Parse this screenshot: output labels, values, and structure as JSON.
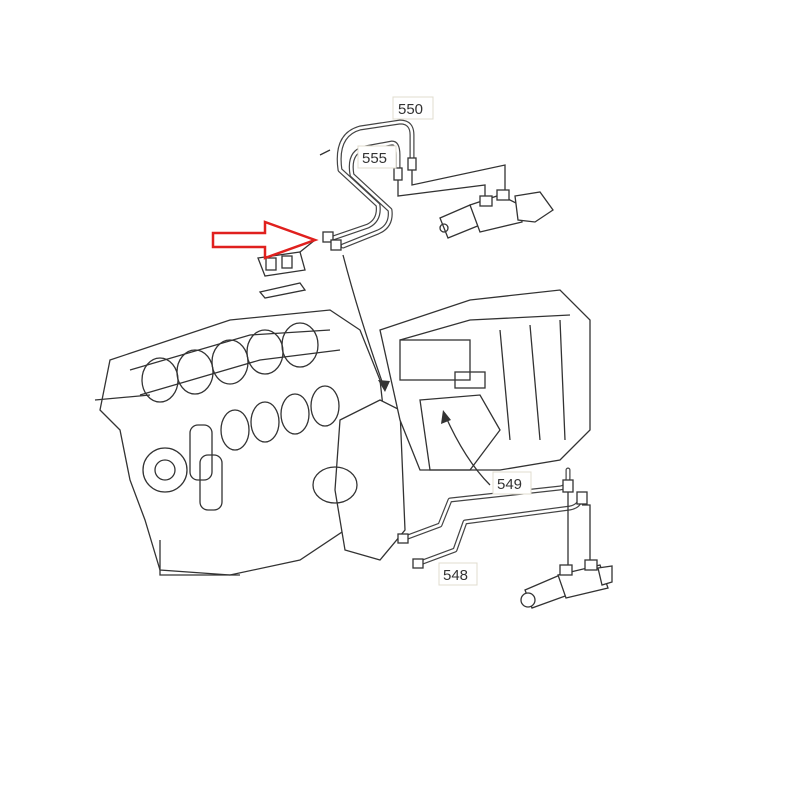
{
  "labels": {
    "part_550": "550",
    "part_555": "555",
    "part_549": "549",
    "part_548": "548"
  },
  "colors": {
    "highlight_arrow": "#e0201e",
    "line": "#333333"
  }
}
